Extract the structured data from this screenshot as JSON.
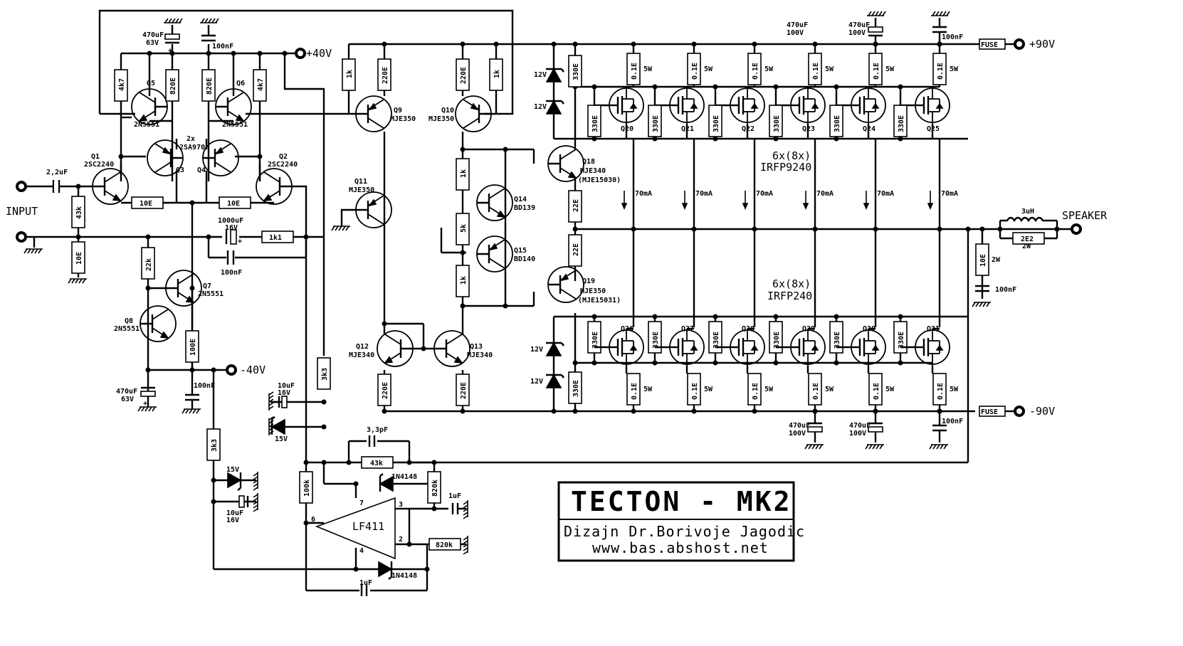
{
  "title": {
    "name": "TECTON - MK2",
    "author": "Dizajn Dr.Borivoje Jagodic",
    "website": "www.bas.abshost.net"
  },
  "ports": {
    "input": "INPUT",
    "speaker": "SPEAKER",
    "pos40": "+40V",
    "neg40": "-40V",
    "pos90": "+90V",
    "neg90": "-90V"
  },
  "transistors": {
    "q1": {
      "ref": "Q1",
      "part": "2SC2240"
    },
    "q2": {
      "ref": "Q2",
      "part": "2SC2240"
    },
    "q3": {
      "ref": "Q3"
    },
    "q4": {
      "ref": "Q4"
    },
    "q34_part": "2SA970",
    "q34_count": "2x",
    "q5": {
      "ref": "Q5",
      "part": "2N5551"
    },
    "q6": {
      "ref": "Q6",
      "part": "2N5551"
    },
    "q7": {
      "ref": "Q7",
      "part": "2N5551"
    },
    "q8": {
      "ref": "Q8",
      "part": "2N5551"
    },
    "q9": {
      "ref": "Q9",
      "part": "MJE350"
    },
    "q10": {
      "ref": "Q10",
      "part": "MJE350"
    },
    "q11": {
      "ref": "Q11",
      "part": "MJE350"
    },
    "q12": {
      "ref": "Q12",
      "part": "MJE340"
    },
    "q13": {
      "ref": "Q13",
      "part": "MJE340"
    },
    "q14": {
      "ref": "Q14",
      "part": "BD139"
    },
    "q15": {
      "ref": "Q15",
      "part": "BD140"
    },
    "q18": {
      "ref": "Q18",
      "part": "MJE340",
      "alt": "(MJE15030)"
    },
    "q19": {
      "ref": "Q19",
      "part": "MJE350",
      "alt": "(MJE15031)"
    }
  },
  "mosfets": {
    "top_refs": [
      "Q20",
      "Q21",
      "Q22",
      "Q23",
      "Q24",
      "Q25"
    ],
    "bottom_refs": [
      "Q26",
      "Q27",
      "Q28",
      "Q29",
      "Q30",
      "Q31"
    ],
    "top_count": "6x(8x)",
    "top_part": "IRFP9240",
    "bottom_count": "6x(8x)",
    "bottom_part": "IRFP240",
    "gate_resistor": "330E",
    "source_resistor": "0.1E",
    "source_power": "5W",
    "bias_current": "70mA"
  },
  "components": {
    "c_in": "2,2uF",
    "r_in": "43k",
    "r_gnd": "10E",
    "c_fb_value": "1000uF",
    "c_fb_voltage": "16V",
    "c_fb_bypass": "100nF",
    "r_fb": "1k1",
    "r_q1e": "10E",
    "r_q2e": "10E",
    "r_q7b": "22k",
    "r_q7e": "100E",
    "c_neg40_value": "470uF",
    "c_neg40_voltage": "63V",
    "c_neg40_bypass": "100nF",
    "c_pos40_value": "470uF",
    "c_pos40_voltage": "63V",
    "c_pos40_bypass": "100nF",
    "r_4k7": "4k7",
    "r_820e": "820E",
    "r_1k": "1k",
    "r_220e": "220E",
    "r_5k": "5k",
    "r_22e": "22E",
    "r_330e": "330E",
    "zener_12v": "12V",
    "r_3k3": "3k3",
    "c_10uf": "10uF",
    "c_10uf_voltage": "16V",
    "zener_15v": "15V",
    "c_3p3": "3,3pF",
    "r_43k": "43k",
    "diode": "1N4148",
    "r_100k": "100k",
    "r_820k": "820k",
    "c_1uf": "1uF",
    "opamp": "LF411",
    "opamp_pins": [
      "7",
      "3",
      "6",
      "2",
      "4"
    ],
    "c_rail_value": "470uF",
    "c_rail_voltage": "100V",
    "c_rail_bypass": "100nF",
    "fuse": "FUSE",
    "inductor": "3uH",
    "r_2e2": "2E2",
    "r_2e2_power": "2W",
    "r_zobel": "10E",
    "r_zobel_power": "2W",
    "c_zobel": "100nF"
  }
}
